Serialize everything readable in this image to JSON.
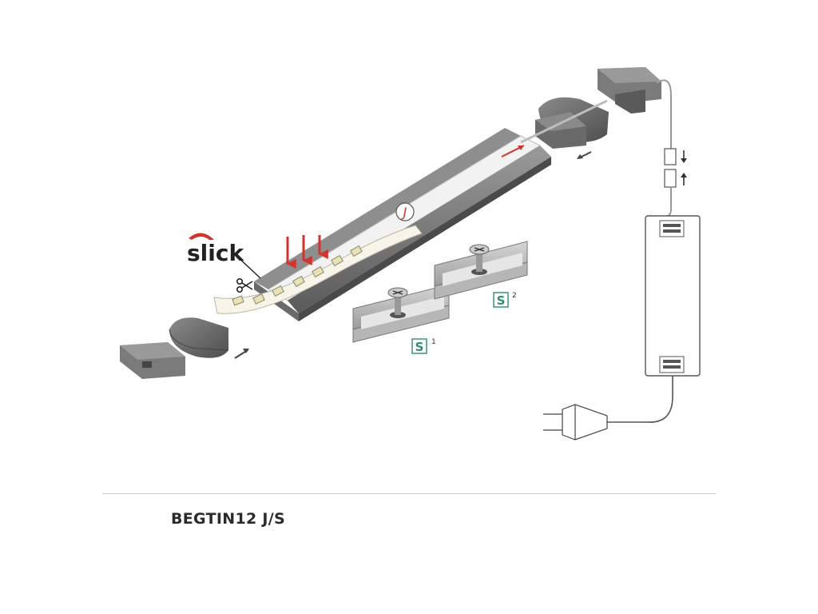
{
  "brand": {
    "logo_text": "slick"
  },
  "markers": {
    "j": "J",
    "s": "S",
    "s1": "1",
    "s2": "2"
  },
  "caption": {
    "product_code": "BEGTIN12 J/S"
  },
  "colors": {
    "accent_red": "#d0342c",
    "marker_green": "#2e8b6f",
    "profile_grey": "#6e6e6e"
  }
}
